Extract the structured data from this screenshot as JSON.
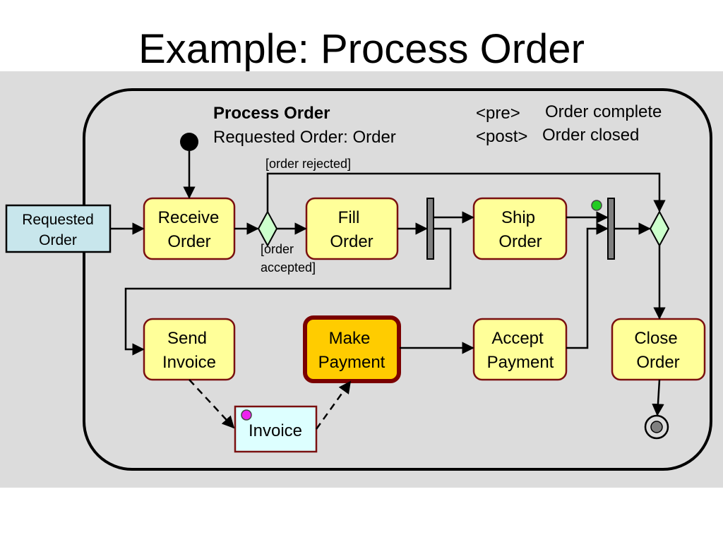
{
  "title": "Example: Process Order",
  "activity": {
    "name": "Process Order",
    "parameter": "Requested Order: Order",
    "pre_keyword": "<pre>",
    "pre_condition": "Order complete",
    "post_keyword": "<post>",
    "post_condition": "Order closed"
  },
  "input_parameter": {
    "line1": "Requested",
    "line2": "Order"
  },
  "actions": {
    "receive_order": {
      "line1": "Receive",
      "line2": "Order"
    },
    "fill_order": {
      "line1": "Fill",
      "line2": "Order"
    },
    "ship_order": {
      "line1": "Ship",
      "line2": "Order"
    },
    "send_invoice": {
      "line1": "Send",
      "line2": "Invoice"
    },
    "make_payment": {
      "line1": "Make",
      "line2": "Payment"
    },
    "accept_payment": {
      "line1": "Accept",
      "line2": "Payment"
    },
    "close_order": {
      "line1": "Close",
      "line2": "Order"
    }
  },
  "object_node": {
    "label": "Invoice"
  },
  "guards": {
    "rejected": "[order rejected]",
    "accepted_line1": "[order",
    "accepted_line2": "accepted]"
  },
  "colors": {
    "panel": "#dcdcdc",
    "action_fill": "#ffff99",
    "action_border": "#7a1010",
    "make_payment_fill": "#ffcc00",
    "make_payment_border": "#7a0000",
    "parameter_fill": "#c8e6ec",
    "object_fill": "#ddffff",
    "decision_fill": "#ccffcc",
    "bar_fill": "#808080",
    "green_dot": "#22cc22",
    "magenta_dot": "#ee22ee"
  }
}
